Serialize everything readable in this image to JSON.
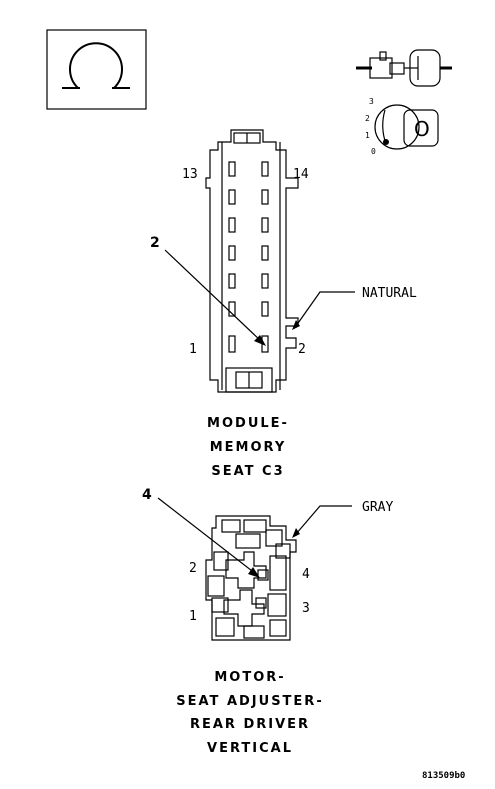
{
  "symbol": {
    "icon": "ohm-icon"
  },
  "connector_c3": {
    "title_lines": [
      "MODULE-",
      "MEMORY",
      "SEAT C3"
    ],
    "color_label": "NATURAL",
    "callout": "2",
    "pin_labels": {
      "top_left": "13",
      "top_right": "14",
      "bottom_left": "1",
      "bottom_right": "2"
    }
  },
  "connector_motor": {
    "title_lines": [
      "MOTOR-",
      "SEAT ADJUSTER-",
      "REAR DRIVER",
      "VERTICAL"
    ],
    "color_label": "GRAY",
    "callout": "4",
    "pin_labels": {
      "upper_left": "2",
      "upper_right": "4",
      "lower_left": "1",
      "lower_right": "3"
    }
  },
  "ignition": {
    "positions": [
      "3",
      "2",
      "1",
      "0"
    ],
    "key_label": "O"
  },
  "figure_id": "813509b0"
}
